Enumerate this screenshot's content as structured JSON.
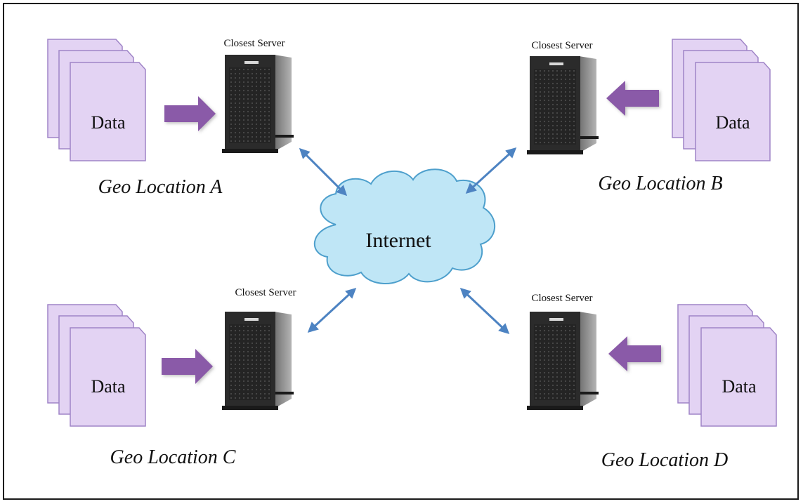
{
  "colors": {
    "document_fill": "#e3d3f3",
    "document_stroke": "#9f84c7",
    "push_arrow": "#8a5aa8",
    "link_arrow": "#4d83c2",
    "cloud_fill": "#bfe6f6",
    "cloud_stroke": "#4d9fcc",
    "server_body": "#2b2b2b",
    "server_side": "#8e8e8e"
  },
  "internet": {
    "label": "Internet",
    "icon": "cloud-icon"
  },
  "locations": [
    {
      "id": "a",
      "data_label": "Data",
      "server_label": "Closest Server",
      "geo_label": "Geo Location A",
      "icon": "server-tower-icon"
    },
    {
      "id": "b",
      "data_label": "Data",
      "server_label": "Closest Server",
      "geo_label": "Geo Location B",
      "icon": "server-tower-icon"
    },
    {
      "id": "c",
      "data_label": "Data",
      "server_label": "Closest Server",
      "geo_label": "Geo Location C",
      "icon": "server-tower-icon"
    },
    {
      "id": "d",
      "data_label": "Data",
      "server_label": "Closest Server",
      "geo_label": "Geo Location D",
      "icon": "server-tower-icon"
    }
  ]
}
